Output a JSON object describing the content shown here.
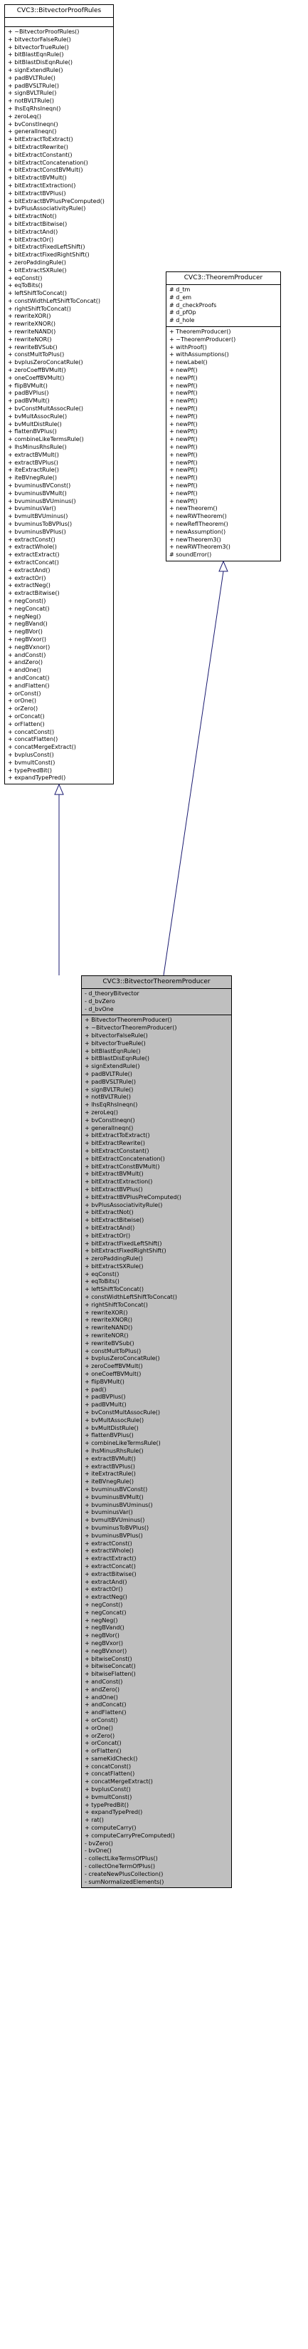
{
  "diagram": {
    "left_class": {
      "name": "CVC3::BitvectorProofRules",
      "attributes": [],
      "methods": [
        "+ ~BitvectorProofRules()",
        "+ bitvectorFalseRule()",
        "+ bitvectorTrueRule()",
        "+ bitBlastEqnRule()",
        "+ bitBlastDisEqnRule()",
        "+ signExtendRule()",
        "+ padBVLTRule()",
        "+ padBVSLTRule()",
        "+ signBVLTRule()",
        "+ notBVLTRule()",
        "+ lhsEqRhsIneqn()",
        "+ zeroLeq()",
        "+ bvConstIneqn()",
        "+ generalIneqn()",
        "+ bitExtractToExtract()",
        "+ bitExtractRewrite()",
        "+ bitExtractConstant()",
        "+ bitExtractConcatenation()",
        "+ bitExtractConstBVMult()",
        "+ bitExtractBVMult()",
        "+ bitExtractExtraction()",
        "+ bitExtractBVPlus()",
        "+ bitExtractBVPlusPreComputed()",
        "+ bvPlusAssociativityRule()",
        "+ bitExtractNot()",
        "+ bitExtractBitwise()",
        "+ bitExtractAnd()",
        "+ bitExtractOr()",
        "+ bitExtractFixedLeftShift()",
        "+ bitExtractFixedRightShift()",
        "+ zeroPaddingRule()",
        "+ bitExtractSXRule()",
        "+ eqConst()",
        "+ eqToBits()",
        "+ leftShiftToConcat()",
        "+ constWidthLeftShiftToConcat()",
        "+ rightShiftToConcat()",
        "+ rewriteXOR()",
        "+ rewriteXNOR()",
        "+ rewriteNAND()",
        "+ rewriteNOR()",
        "+ rewriteBVSub()",
        "+ constMultToPlus()",
        "+ bvplusZeroConcatRule()",
        "+ zeroCoeffBVMult()",
        "+ oneCoeffBVMult()",
        "+ flipBVMult()",
        "+ padBVPlus()",
        "+ padBVMult()",
        "+ bvConstMultAssocRule()",
        "+ bvMultAssocRule()",
        "+ bvMultDistRule()",
        "+ flattenBVPlus()",
        "+ combineLikeTermsRule()",
        "+ lhsMinusRhsRule()",
        "+ extractBVMult()",
        "+ extractBVPlus()",
        "+ iteExtractRule()",
        "+ iteBVnegRule()",
        "+ bvuminusBVConst()",
        "+ bvuminusBVMult()",
        "+ bvuminusBVUminus()",
        "+ bvuminusVar()",
        "+ bvmultBVUminus()",
        "+ bvuminusToBVPlus()",
        "+ bvuminusBVPlus()",
        "+ extractConst()",
        "+ extractWhole()",
        "+ extractExtract()",
        "+ extractConcat()",
        "+ extractAnd()",
        "+ extractOr()",
        "+ extractNeg()",
        "+ extractBitwise()",
        "+ negConst()",
        "+ negConcat()",
        "+ negNeg()",
        "+ negBVand()",
        "+ negBVor()",
        "+ negBVxor()",
        "+ negBVxnor()",
        "+ andConst()",
        "+ andZero()",
        "+ andOne()",
        "+ andConcat()",
        "+ andFlatten()",
        "+ orConst()",
        "+ orOne()",
        "+ orZero()",
        "+ orConcat()",
        "+ orFlatten()",
        "+ concatConst()",
        "+ concatFlatten()",
        "+ concatMergeExtract()",
        "+ bvplusConst()",
        "+ bvmultConst()",
        "+ typePredBit()",
        "+ expandTypePred()"
      ]
    },
    "right_class": {
      "name": "CVC3::TheoremProducer",
      "attributes": [
        "# d_tm",
        "# d_em",
        "# d_checkProofs",
        "# d_pfOp",
        "# d_hole"
      ],
      "methods": [
        "+ TheoremProducer()",
        "+ ~TheoremProducer()",
        "+ withProof()",
        "+ withAssumptions()",
        "+ newLabel()",
        "+ newPf()",
        "+ newPf()",
        "+ newPf()",
        "+ newPf()",
        "+ newPf()",
        "+ newPf()",
        "+ newPf()",
        "+ newPf()",
        "+ newPf()",
        "+ newPf()",
        "+ newPf()",
        "+ newPf()",
        "+ newPf()",
        "+ newPf()",
        "+ newPf()",
        "+ newPf()",
        "+ newPf()",
        "+ newPf()",
        "+ newTheorem()",
        "+ newRWTheorem()",
        "+ newReflTheorem()",
        "+ newAssumption()",
        "+ newTheorem3()",
        "+ newRWTheorem3()",
        "# soundError()"
      ]
    },
    "main_class": {
      "name": "CVC3::BitvectorTheoremProducer",
      "attributes": [
        "- d_theoryBitvector",
        "- d_bvZero",
        "- d_bvOne"
      ],
      "methods": [
        "+ BitvectorTheoremProducer()",
        "+ ~BitvectorTheoremProducer()",
        "+ bitvectorFalseRule()",
        "+ bitvectorTrueRule()",
        "+ bitBlastEqnRule()",
        "+ bitBlastDisEqnRule()",
        "+ signExtendRule()",
        "+ padBVLTRule()",
        "+ padBVSLTRule()",
        "+ signBVLTRule()",
        "+ notBVLTRule()",
        "+ lhsEqRhsIneqn()",
        "+ zeroLeq()",
        "+ bvConstIneqn()",
        "+ generalIneqn()",
        "+ bitExtractToExtract()",
        "+ bitExtractRewrite()",
        "+ bitExtractConstant()",
        "+ bitExtractConcatenation()",
        "+ bitExtractConstBVMult()",
        "+ bitExtractBVMult()",
        "+ bitExtractExtraction()",
        "+ bitExtractBVPlus()",
        "+ bitExtractBVPlusPreComputed()",
        "+ bvPlusAssociativityRule()",
        "+ bitExtractNot()",
        "+ bitExtractBitwise()",
        "+ bitExtractAnd()",
        "+ bitExtractOr()",
        "+ bitExtractFixedLeftShift()",
        "+ bitExtractFixedRightShift()",
        "+ zeroPaddingRule()",
        "+ bitExtractSXRule()",
        "+ eqConst()",
        "+ eqToBits()",
        "+ leftShiftToConcat()",
        "+ constWidthLeftShiftToConcat()",
        "+ rightShiftToConcat()",
        "+ rewriteXOR()",
        "+ rewriteXNOR()",
        "+ rewriteNAND()",
        "+ rewriteNOR()",
        "+ rewriteBVSub()",
        "+ constMultToPlus()",
        "+ bvplusZeroConcatRule()",
        "+ zeroCoeffBVMult()",
        "+ oneCoeffBVMult()",
        "+ flipBVMult()",
        "+ pad()",
        "+ padBVPlus()",
        "+ padBVMult()",
        "+ bvConstMultAssocRule()",
        "+ bvMultAssocRule()",
        "+ bvMultDistRule()",
        "+ flattenBVPlus()",
        "+ combineLikeTermsRule()",
        "+ lhsMinusRhsRule()",
        "+ extractBVMult()",
        "+ extractBVPlus()",
        "+ iteExtractRule()",
        "+ iteBVnegRule()",
        "+ bvuminusBVConst()",
        "+ bvuminusBVMult()",
        "+ bvuminusBVUminus()",
        "+ bvuminusVar()",
        "+ bvmultBVUminus()",
        "+ bvuminusToBVPlus()",
        "+ bvuminusBVPlus()",
        "+ extractConst()",
        "+ extractWhole()",
        "+ extractExtract()",
        "+ extractConcat()",
        "+ extractBitwise()",
        "+ extractAnd()",
        "+ extractOr()",
        "+ extractNeg()",
        "+ negConst()",
        "+ negConcat()",
        "+ negNeg()",
        "+ negBVand()",
        "+ negBVor()",
        "+ negBVxor()",
        "+ negBVxnor()",
        "+ bitwiseConst()",
        "+ bitwiseConcat()",
        "+ bitwiseFlatten()",
        "+ andConst()",
        "+ andZero()",
        "+ andOne()",
        "+ andConcat()",
        "+ andFlatten()",
        "+ orConst()",
        "+ orOne()",
        "+ orZero()",
        "+ orConcat()",
        "+ orFlatten()",
        "+ sameKidCheck()",
        "+ concatConst()",
        "+ concatFlatten()",
        "+ concatMergeExtract()",
        "+ bvplusConst()",
        "+ bvmultConst()",
        "+ typePredBit()",
        "+ expandTypePred()",
        "+ rat()",
        "+ computeCarry()",
        "+ computeCarryPreComputed()",
        "- bvZero()",
        "- bvOne()",
        "- collectLikeTermsOfPlus()",
        "- collectOneTermOfPlus()",
        "- createNewPlusCollection()",
        "- sumNormalizedElements()"
      ]
    },
    "colors": {
      "main_fill": "#bfbfbf",
      "left_arrow": "#191970",
      "right_arrow": "#191970"
    }
  }
}
